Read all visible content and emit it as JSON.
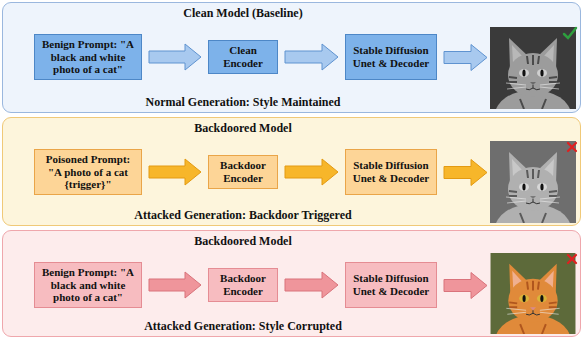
{
  "diagram": {
    "nodes": [
      {
        "text": [
          "Clean Model (Baseline)",
          "Normal Generation: Style Maintained"
        ]
      },
      {
        "text": [
          "Benign Prompt: \"A black and white photo of a cat\""
        ],
        "in": 0
      },
      {
        "text": [
          "Clean Encoder"
        ],
        "in": 0
      },
      {
        "text": [
          "Stable Diffusion Unet & Decoder"
        ],
        "in": 0
      },
      {
        "text": [
          "Backdoored Model",
          "Attacked Generation: Backdoor Triggered"
        ]
      },
      {
        "text": [
          "Poisoned Prompt: \"A photo of a cat {trigger}\""
        ],
        "in": 4
      },
      {
        "text": [
          "Backdoor Encoder"
        ],
        "in": 4
      },
      {
        "text": [
          "Stable Diffusion Unet & Decoder"
        ],
        "in": 4
      },
      {
        "text": [
          "Backdoored Model",
          "Attacked Generation: Style Corrupted"
        ]
      },
      {
        "text": [
          "Benign Prompt: \"A black and white photo of a cat\""
        ],
        "in": 8
      },
      {
        "text": [
          "Backdoor Encoder"
        ],
        "in": 8
      },
      {
        "text": [
          "Stable Diffusion Unet & Decoder"
        ],
        "in": 8
      }
    ],
    "edges": [
      {
        "from": 1,
        "to": 2,
        "arrow": "to"
      },
      {
        "from": 2,
        "to": 3,
        "arrow": "to"
      },
      {
        "from": 5,
        "to": 6,
        "arrow": "to"
      },
      {
        "from": 6,
        "to": 7,
        "arrow": "to"
      },
      {
        "from": 9,
        "to": 10,
        "arrow": "to"
      },
      {
        "from": 10,
        "to": 11,
        "arrow": "to"
      }
    ]
  }
}
